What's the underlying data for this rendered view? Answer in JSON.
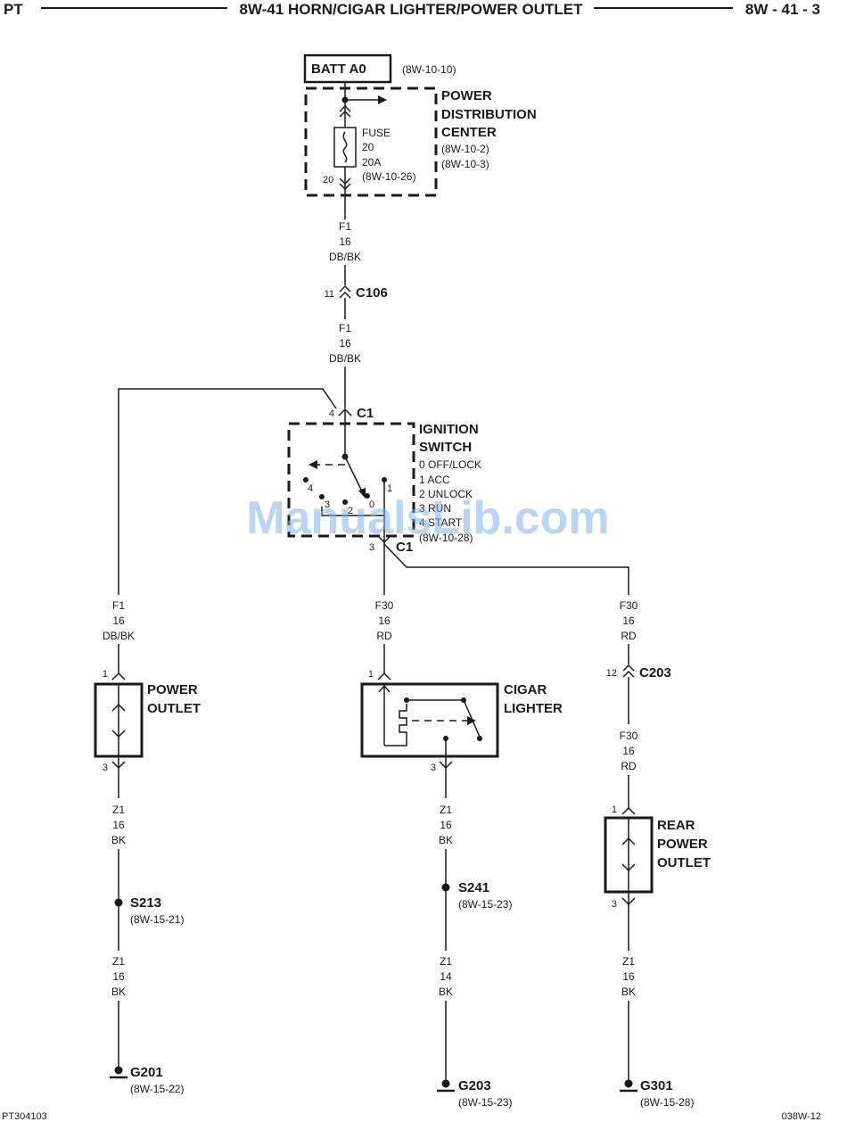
{
  "header": {
    "left": "PT",
    "title": "8W-41 HORN/CIGAR LIGHTER/POWER OUTLET",
    "right": "8W - 41 - 3"
  },
  "footer": {
    "left": "PT304103",
    "right": "038W-12"
  },
  "watermark": "ManualsLib.com",
  "batt": {
    "label": "BATT A0",
    "ref": "(8W-10-10)"
  },
  "pdc": {
    "title_lines": [
      "POWER",
      "DISTRIBUTION",
      "CENTER"
    ],
    "refs": [
      "(8W-10-2)",
      "(8W-10-3)"
    ],
    "fuse_lines": [
      "FUSE",
      "20",
      "20A",
      "(8W-10-26)"
    ],
    "pin": "20"
  },
  "wires": {
    "f1_upper": [
      "F1",
      "16",
      "DB/BK"
    ],
    "f1_mid": [
      "F1",
      "16",
      "DB/BK"
    ],
    "f1_left": [
      "F1",
      "16",
      "DB/BK"
    ],
    "f30_mid": [
      "F30",
      "16",
      "RD"
    ],
    "f30_right": [
      "F30",
      "16",
      "RD"
    ],
    "f30_right_lower": [
      "F30",
      "16",
      "RD"
    ],
    "z1_left_a": [
      "Z1",
      "16",
      "BK"
    ],
    "z1_left_b": [
      "Z1",
      "16",
      "BK"
    ],
    "z1_mid_a": [
      "Z1",
      "16",
      "BK"
    ],
    "z1_mid_b": [
      "Z1",
      "14",
      "BK"
    ],
    "z1_right": [
      "Z1",
      "16",
      "BK"
    ]
  },
  "connectors": {
    "c106": {
      "name": "C106",
      "pin": "11"
    },
    "c1_top": {
      "name": "C1",
      "pin": "4"
    },
    "c1_bottom": {
      "name": "C1",
      "pin": "3"
    },
    "c203": {
      "name": "C203",
      "pin": "12"
    }
  },
  "ignition": {
    "title_lines": [
      "IGNITION",
      "SWITCH"
    ],
    "positions": [
      "0 OFF/LOCK",
      "1 ACC",
      "2 UNLOCK",
      "3 RUN",
      "4 START"
    ],
    "ref": "(8W-10-28)",
    "contact_labels": [
      "4",
      "3",
      "2",
      "0",
      "1"
    ]
  },
  "power_outlet": {
    "title_lines": [
      "POWER",
      "OUTLET"
    ],
    "pin_top": "1",
    "pin_bottom": "3"
  },
  "cigar_lighter": {
    "title_lines": [
      "CIGAR",
      "LIGHTER"
    ],
    "pin_top": "1",
    "pin_bottom": "3"
  },
  "rear_outlet": {
    "title_lines": [
      "REAR",
      "POWER",
      "OUTLET"
    ],
    "pin_top": "1",
    "pin_bottom": "3"
  },
  "splices": {
    "s213": {
      "name": "S213",
      "ref": "(8W-15-21)"
    },
    "s241": {
      "name": "S241",
      "ref": "(8W-15-23)"
    }
  },
  "grounds": {
    "g201": {
      "name": "G201",
      "ref": "(8W-15-22)"
    },
    "g203": {
      "name": "G203",
      "ref": "(8W-15-23)"
    },
    "g301": {
      "name": "G301",
      "ref": "(8W-15-28)"
    }
  }
}
